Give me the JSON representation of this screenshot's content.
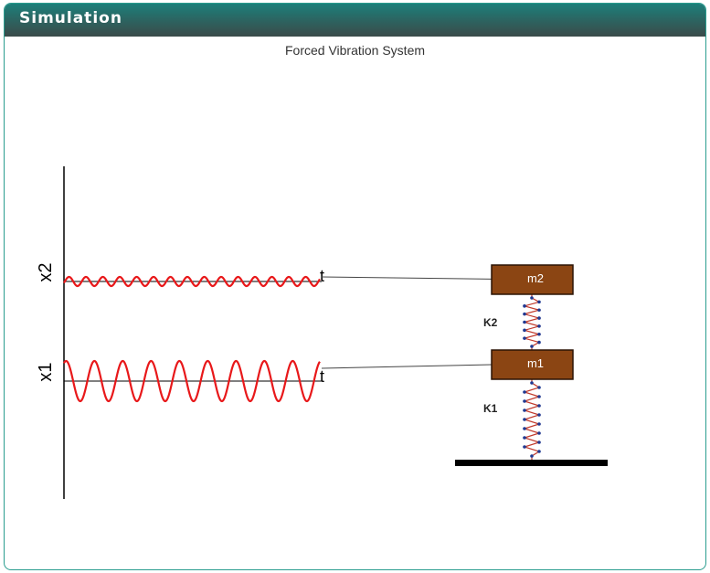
{
  "panel": {
    "title": "Simulation"
  },
  "simulation": {
    "title": "Forced Vibration System",
    "graph": {
      "axis_labels": [
        "x2",
        "x1"
      ],
      "time_label": "t"
    },
    "masses": [
      {
        "label": "m2"
      },
      {
        "label": "m1"
      }
    ],
    "springs": [
      {
        "label": "K2"
      },
      {
        "label": "K1"
      }
    ],
    "colors": {
      "header": "#2f6b68",
      "wave": "#e8181a",
      "mass_fill": "#8b4513",
      "spring": "#c0392b",
      "spring_nodes": "#1f3a93",
      "ground": "#000000"
    }
  }
}
